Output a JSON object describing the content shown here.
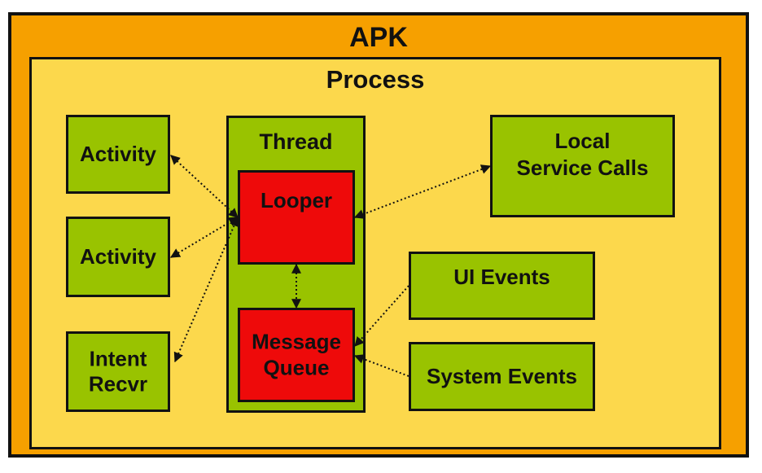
{
  "colors": {
    "apk": "#f6a000",
    "process": "#fcd84c",
    "component": "#99c300",
    "core": "#ee0a0a",
    "border": "#111111"
  },
  "labels": {
    "apk": "APK",
    "process": "Process",
    "activity1": "Activity",
    "activity2": "Activity",
    "intent": "Intent\nRecvr",
    "thread": "Thread",
    "looper": "Looper",
    "queue": "Message\nQueue",
    "local": "Local\nService Calls",
    "ui": "UI Events",
    "system": "System Events"
  },
  "connections": [
    {
      "from": "activity1",
      "to": "looper",
      "direction": "both"
    },
    {
      "from": "activity2",
      "to": "looper",
      "direction": "both"
    },
    {
      "from": "intent",
      "to": "looper",
      "direction": "both"
    },
    {
      "from": "looper",
      "to": "queue",
      "direction": "both"
    },
    {
      "from": "looper",
      "to": "local",
      "direction": "both"
    },
    {
      "from": "ui",
      "to": "queue",
      "direction": "to"
    },
    {
      "from": "system",
      "to": "queue",
      "direction": "to"
    }
  ]
}
